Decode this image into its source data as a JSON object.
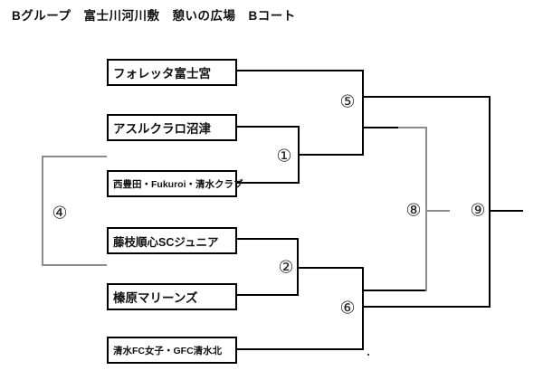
{
  "title": "Bグループ　富士川河川敷　憩いの広場　Bコート",
  "teams": [
    {
      "name": "フォレッタ富士宮"
    },
    {
      "name": "アスルクラロ沼津"
    },
    {
      "name": "西豊田・Fukuroi・清水クラブ"
    },
    {
      "name": "藤枝順心SCジュニア"
    },
    {
      "name": "榛原マリーンズ"
    },
    {
      "name": "清水FC女子・GFC清水北"
    }
  ],
  "matches": {
    "m1": {
      "label": "①"
    },
    "m2": {
      "label": "②"
    },
    "m4": {
      "label": "④"
    },
    "m5": {
      "label": "⑤"
    },
    "m6": {
      "label": "⑥"
    },
    "m8": {
      "label": "⑧"
    },
    "m9": {
      "label": "⑨"
    }
  },
  "stray_mark": ".",
  "colors": {
    "line_primary": "#000000",
    "line_secondary": "#8c8c8c"
  }
}
